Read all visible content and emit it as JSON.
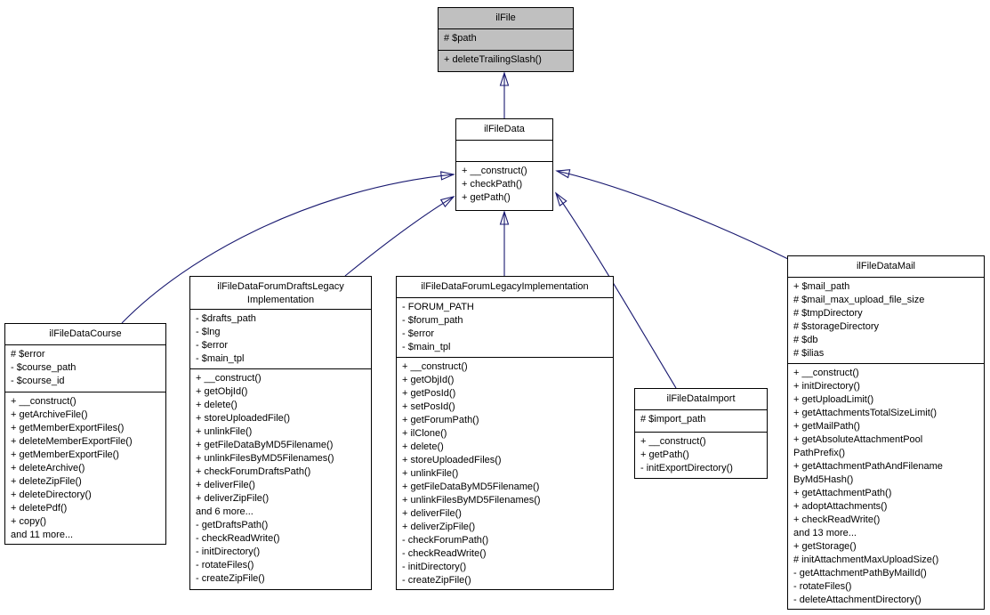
{
  "diagram": {
    "kind": "uml-class-inheritance"
  },
  "colors": {
    "edge": "#191970",
    "highlight-fill": "#c0c0c0",
    "node-fill": "#ffffff",
    "node-border": "#000000",
    "text": "#000000",
    "background": "#ffffff"
  },
  "classes": [
    {
      "name": "ilFile",
      "attributes": [
        "# $path"
      ],
      "methods": [
        "+ deleteTrailingSlash()"
      ]
    },
    {
      "name": "ilFileData",
      "attributes": [],
      "methods": [
        "+ __construct()",
        "+ checkPath()",
        "+ getPath()"
      ]
    },
    {
      "name": "ilFileDataCourse",
      "attributes": [
        "# $error",
        "- $course_path",
        "- $course_id"
      ],
      "methods": [
        "+ __construct()",
        "+ getArchiveFile()",
        "+ getMemberExportFiles()",
        "+ deleteMemberExportFile()",
        "+ getMemberExportFile()",
        "+ deleteArchive()",
        "+ deleteZipFile()",
        "+ deleteDirectory()",
        "+ deletePdf()",
        "+ copy()",
        "and 11 more..."
      ]
    },
    {
      "name": "ilFileDataForumDraftsLegacy\nImplementation",
      "attributes": [
        "- $drafts_path",
        "- $lng",
        "- $error",
        "- $main_tpl"
      ],
      "methods": [
        "+ __construct()",
        "+ getObjId()",
        "+ delete()",
        "+ storeUploadedFile()",
        "+ unlinkFile()",
        "+ getFileDataByMD5Filename()",
        "+ unlinkFilesByMD5Filenames()",
        "+ checkForumDraftsPath()",
        "+ deliverFile()",
        "+ deliverZipFile()",
        "and 6 more...",
        "- getDraftsPath()",
        "- checkReadWrite()",
        "- initDirectory()",
        "- rotateFiles()",
        "- createZipFile()"
      ]
    },
    {
      "name": "ilFileDataForumLegacyImplementation",
      "attributes": [
        "- FORUM_PATH",
        "- $forum_path",
        "- $error",
        "- $main_tpl"
      ],
      "methods": [
        "+ __construct()",
        "+ getObjId()",
        "+ getPosId()",
        "+ setPosId()",
        "+ getForumPath()",
        "+ ilClone()",
        "+ delete()",
        "+ storeUploadedFiles()",
        "+ unlinkFile()",
        "+ getFileDataByMD5Filename()",
        "+ unlinkFilesByMD5Filenames()",
        "+ deliverFile()",
        "+ deliverZipFile()",
        "- checkForumPath()",
        "- checkReadWrite()",
        "- initDirectory()",
        "- createZipFile()"
      ]
    },
    {
      "name": "ilFileDataImport",
      "attributes": [
        "# $import_path"
      ],
      "methods": [
        "+ __construct()",
        "+ getPath()",
        "- initExportDirectory()"
      ]
    },
    {
      "name": "ilFileDataMail",
      "attributes": [
        "+ $mail_path",
        "# $mail_max_upload_file_size",
        "# $tmpDirectory",
        "# $storageDirectory",
        "# $db",
        "# $ilias"
      ],
      "methods": [
        "+ __construct()",
        "+ initDirectory()",
        "+ getUploadLimit()",
        "+ getAttachmentsTotalSizeLimit()",
        "+ getMailPath()",
        "+ getAbsoluteAttachmentPool\nPathPrefix()",
        "+ getAttachmentPathAndFilename\nByMd5Hash()",
        "+ getAttachmentPath()",
        "+ adoptAttachments()",
        "+ checkReadWrite()",
        "and 13 more...",
        "+ getStorage()",
        "# initAttachmentMaxUploadSize()",
        "- getAttachmentPathByMailId()",
        "- rotateFiles()",
        "- deleteAttachmentDirectory()"
      ]
    }
  ],
  "edges": [
    {
      "from": "ilFileData",
      "to": "ilFile",
      "type": "inheritance"
    },
    {
      "from": "ilFileDataCourse",
      "to": "ilFileData",
      "type": "inheritance"
    },
    {
      "from": "ilFileDataForumDraftsLegacyImplementation",
      "to": "ilFileData",
      "type": "inheritance"
    },
    {
      "from": "ilFileDataForumLegacyImplementation",
      "to": "ilFileData",
      "type": "inheritance"
    },
    {
      "from": "ilFileDataImport",
      "to": "ilFileData",
      "type": "inheritance"
    },
    {
      "from": "ilFileDataMail",
      "to": "ilFileData",
      "type": "inheritance"
    }
  ]
}
